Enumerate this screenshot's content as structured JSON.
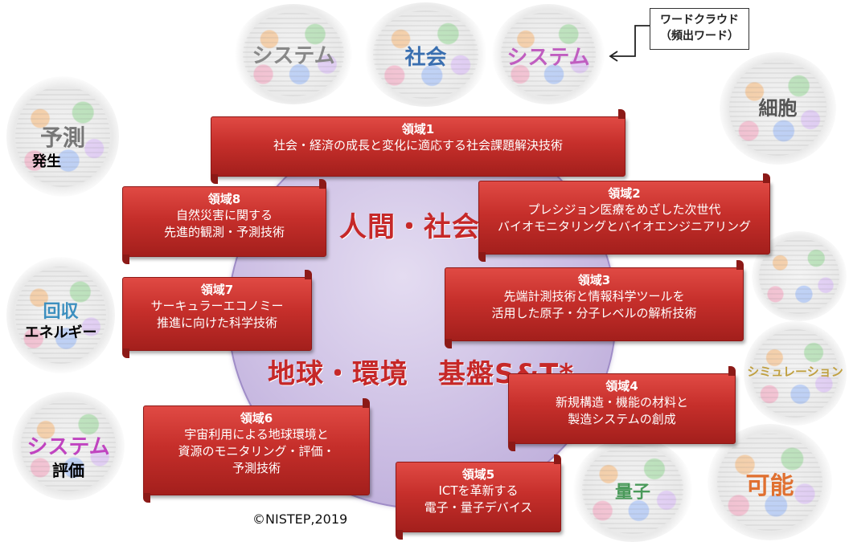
{
  "callout": {
    "line1": "ワードクラウド",
    "line2": "（頻出ワード）"
  },
  "circle_labels": {
    "top": "人間・社会",
    "left": "地球・環境",
    "right": "基盤S&T*"
  },
  "copyright": "©NISTEP,2019",
  "domains": [
    {
      "title": "領域1",
      "lines": [
        "社会・経済の成長と変化に適応する社会課題解決技術"
      ]
    },
    {
      "title": "領域2",
      "lines": [
        "プレシジョン医療をめざした次世代",
        "バイオモニタリングとバイオエンジニアリング"
      ]
    },
    {
      "title": "領域3",
      "lines": [
        "先端計測技術と情報科学ツールを",
        "活用した原子・分子レベルの解析技術"
      ]
    },
    {
      "title": "領域4",
      "lines": [
        "新規構造・機能の材料と",
        "製造システムの創成"
      ]
    },
    {
      "title": "領域5",
      "lines": [
        "ICTを革新する",
        "電子・量子デバイス"
      ]
    },
    {
      "title": "領域6",
      "lines": [
        "宇宙利用による地球環境と",
        "資源のモニタリング・評価・",
        "予測技術"
      ]
    },
    {
      "title": "領域7",
      "lines": [
        "サーキュラーエコノミー",
        "推進に向けた科学技術"
      ]
    },
    {
      "title": "領域8",
      "lines": [
        "自然災害に関する",
        "先進的観測・予測技術"
      ]
    }
  ],
  "word_clouds": [
    {
      "words": [
        "システム"
      ],
      "color": "#888888"
    },
    {
      "words": [
        "社会"
      ],
      "color": "#3a6fb0"
    },
    {
      "words": [
        "システム"
      ],
      "color": "#c05ec0"
    },
    {
      "words": [
        "細胞"
      ],
      "color": "#555555"
    },
    {
      "words": [
        "予測",
        "発生"
      ],
      "color": "#777777"
    },
    {
      "words": [
        "回収",
        "エネルギー"
      ],
      "color": "#3c8fbf"
    },
    {
      "words": [
        "システム",
        "評価"
      ],
      "color": "#c044c0"
    },
    {
      "words": [
        "可能"
      ],
      "color": "#e07030"
    },
    {
      "words": [
        "量子"
      ],
      "color": "#4a9a5a"
    },
    {
      "words": [
        "シミュレーション"
      ],
      "color": "#c0a040"
    },
    {
      "words": [],
      "color": "#999999"
    }
  ]
}
